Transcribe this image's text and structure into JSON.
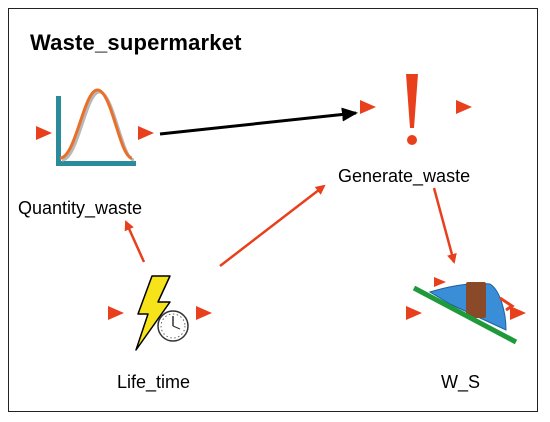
{
  "title": "Waste_supermarket",
  "nodes": {
    "quantity_waste": {
      "label": "Quantity_waste",
      "icon": "distribution-curve-icon"
    },
    "generate_waste": {
      "label": "Generate_waste",
      "icon": "exclamation-icon"
    },
    "life_time": {
      "label": "Life_time",
      "icon": "lightning-timer-icon"
    },
    "w_s": {
      "label": "W_S",
      "icon": "stock-ramp-icon"
    }
  },
  "colors": {
    "arrow_red": "#e8401c",
    "arrow_black": "#000000",
    "curve_orange": "#e8702a",
    "axis_teal": "#2a8c9a",
    "bolt_yellow": "#f7e31a",
    "ramp_green": "#1f9a3a",
    "stock_blue": "#3a8ed8",
    "stock_brown": "#8a4a2a"
  }
}
